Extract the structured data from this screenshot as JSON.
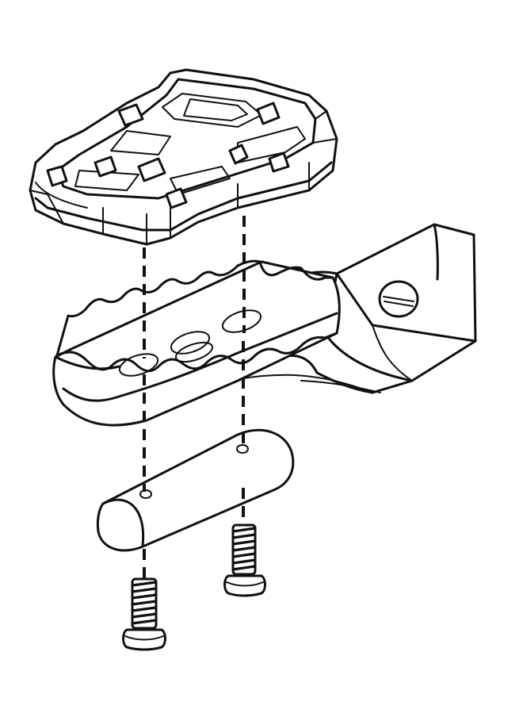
{
  "drawing": {
    "line_color": "#111111",
    "background": "#ffffff",
    "parts": [
      {
        "name": "footpeg-top-pad",
        "icon": "tread-pad"
      },
      {
        "name": "footpeg-body",
        "icon": "serrated-peg"
      },
      {
        "name": "mounting-block",
        "icon": "half-round-block"
      },
      {
        "name": "screw-left",
        "icon": "button-head-screw"
      },
      {
        "name": "screw-right",
        "icon": "button-head-screw"
      }
    ]
  }
}
